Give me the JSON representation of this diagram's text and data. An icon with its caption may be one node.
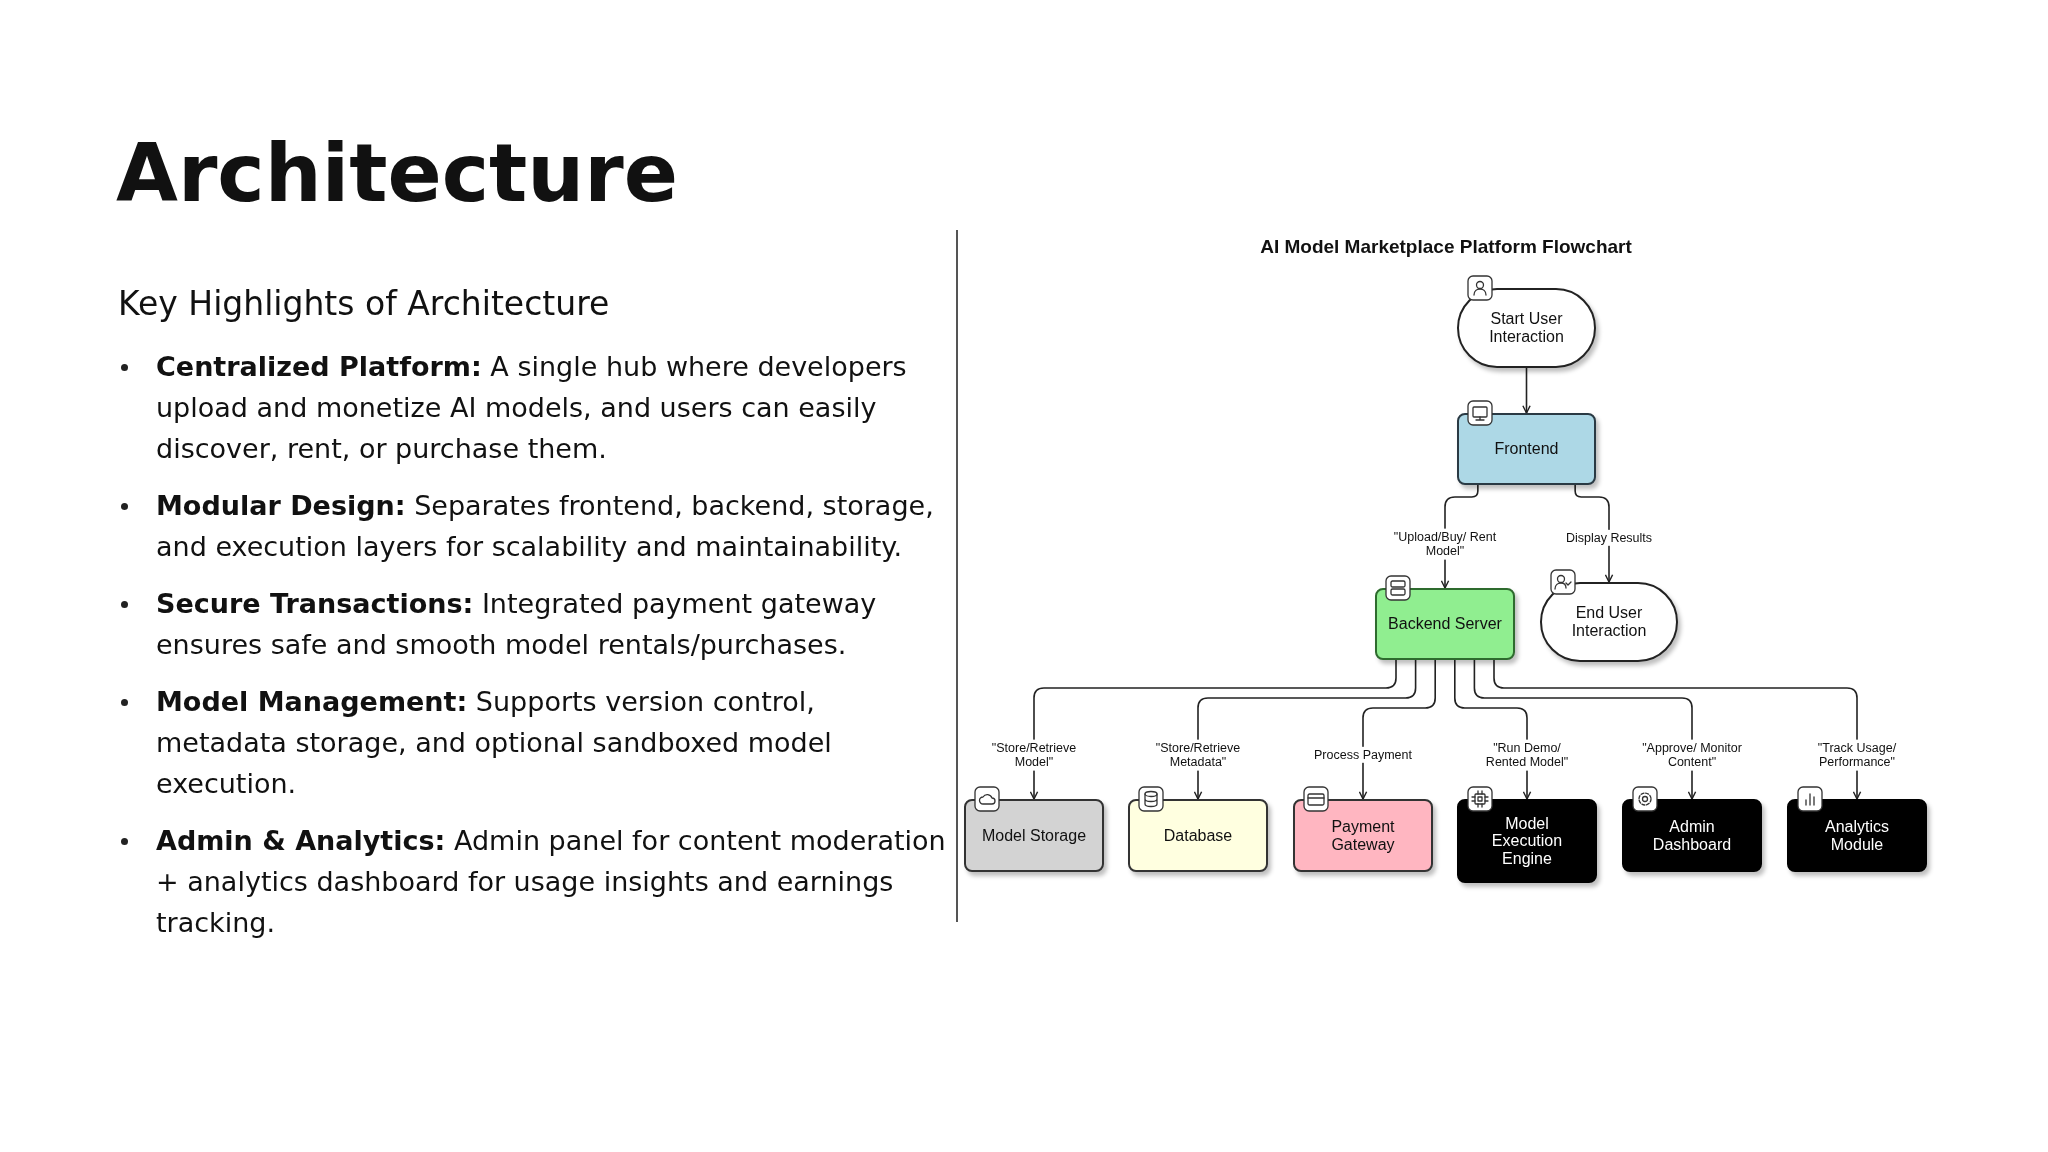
{
  "diagram": {
    "title": "Architecture",
    "nodes": [
      {
        "text": [
          "Start User Interaction"
        ]
      },
      {
        "text": [
          "Frontend"
        ]
      },
      {
        "text": [
          "Backend Server"
        ]
      },
      {
        "text": [
          "End User Interaction"
        ]
      },
      {
        "text": [
          "Model Storage"
        ]
      },
      {
        "text": [
          "Database"
        ]
      },
      {
        "text": [
          "Payment Gateway"
        ]
      },
      {
        "text": [
          "Model Execution Engine"
        ]
      },
      {
        "text": [
          "Admin Dashboard"
        ]
      },
      {
        "text": [
          "Analytics Module"
        ]
      }
    ],
    "edges": [
      {
        "from": 0,
        "to": 1,
        "arrow": "to"
      },
      {
        "from": 1,
        "to": 2,
        "arrow": "to",
        "label": "\"Upload/Buy/ Rent Model\""
      },
      {
        "from": 1,
        "to": 3,
        "arrow": "to",
        "label": "Display Results"
      },
      {
        "from": 2,
        "to": 4,
        "arrow": "to",
        "label": "\"Store/Retrieve Model\""
      },
      {
        "from": 2,
        "to": 5,
        "arrow": "to",
        "label": "\"Store/Retrieve Metadata\""
      },
      {
        "from": 2,
        "to": 6,
        "arrow": "to",
        "label": "Process Payment"
      },
      {
        "from": 2,
        "to": 7,
        "arrow": "to",
        "label": "\"Run Demo/ Rented Model\""
      },
      {
        "from": 2,
        "to": 8,
        "arrow": "to",
        "label": "\"Approve/ Monitor Content\""
      },
      {
        "from": 2,
        "to": 9,
        "arrow": "to",
        "label": "\"Track Usage/ Performance\""
      }
    ],
    "labels": [
      "Key Highlights of Architecture",
      "**Centralized Platform:** A single hub where developers upload and monetize AI models, and users can easily discover, rent, or purchase them.",
      "**Modular Design:** Separates frontend, backend, storage, and execution layers for scalability and maintainability.",
      "**Secure Transactions:** Integrated payment gateway ensures safe and smooth model rentals/purchases.",
      "**Model Management:** Supports version control, metadata storage, and optional sandboxed model execution.",
      "**Admin & Analytics:** Admin panel for content moderation + analytics dashboard for usage insights and earnings tracking.",
      "AI Model Marketplace Platform Flowchart"
    ]
  }
}
